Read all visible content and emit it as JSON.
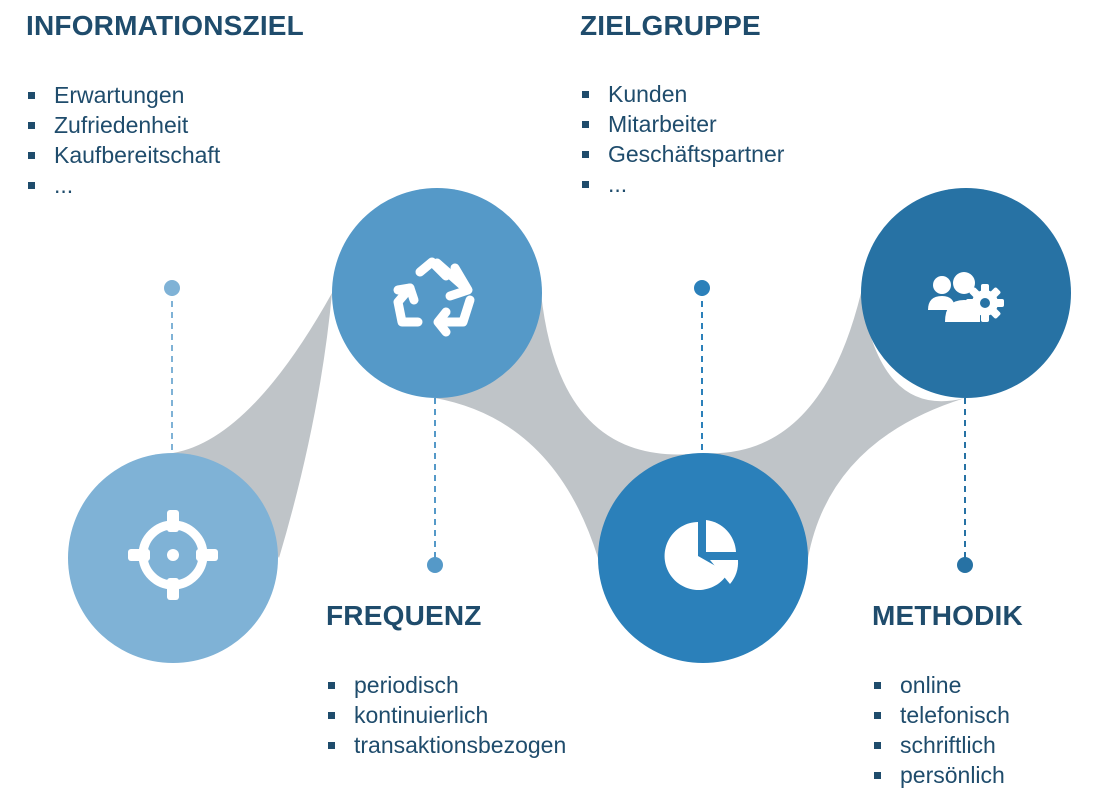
{
  "sections": {
    "informationsziel": {
      "title": "INFORMATIONSZIEL",
      "items": [
        "Erwartungen",
        "Zufriedenheit",
        "Kaufbereitschaft",
        "..."
      ]
    },
    "zielgruppe": {
      "title": "ZIELGRUPPE",
      "items": [
        "Kunden",
        "Mitarbeiter",
        "Geschäftspartner",
        "..."
      ]
    },
    "frequenz": {
      "title": "FREQUENZ",
      "items": [
        "periodisch",
        "kontinuierlich",
        "transaktionsbezogen"
      ]
    },
    "methodik": {
      "title": "METHODIK",
      "items": [
        "online",
        "telefonisch",
        "schriftlich",
        "persönlich"
      ]
    }
  },
  "nodes": [
    {
      "icon": "target-icon",
      "color": "#7fb2d6"
    },
    {
      "icon": "recycle-icon",
      "color": "#5599c8"
    },
    {
      "icon": "pie-chart-icon",
      "color": "#2b80ba"
    },
    {
      "icon": "users-gear-icon",
      "color": "#2772a4"
    }
  ],
  "colors": {
    "text": "#1f4c6c",
    "connector": "#bfc4c8",
    "icon": "#ffffff"
  }
}
